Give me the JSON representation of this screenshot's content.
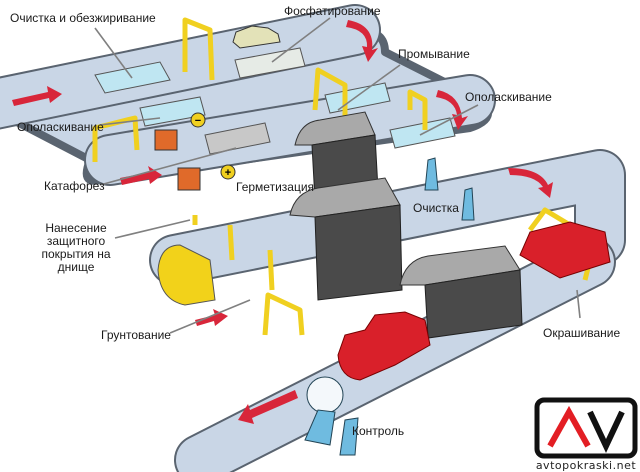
{
  "labels": {
    "cleaning_degreasing": "Очистка и обезжиривание",
    "phosphating": "Фосфатирование",
    "washing": "Промывание",
    "rinsing_right": "Ополаскивание",
    "rinsing_left": "Ополаскивание",
    "cataphoresis": "Катафорез",
    "sealing": "Герметизация",
    "cleaning": "Очистка",
    "underbody_line1": "Нанесение",
    "underbody_line2": "защитного",
    "underbody_line3": "покрытия на",
    "underbody_line4": "днище",
    "priming": "Грунтование",
    "painting": "Окрашивание",
    "control": "Контроль"
  },
  "logo": {
    "mark": "AV",
    "site": "avtopokraski.net",
    "colors": {
      "accent": "#e31e24",
      "dark": "#111111"
    }
  },
  "colors": {
    "conveyor": "#c9d6e6",
    "arrow": "#d8263a",
    "frame": "#f0d020",
    "car_red": "#d9202a",
    "car_yellow": "#f2d21a"
  }
}
